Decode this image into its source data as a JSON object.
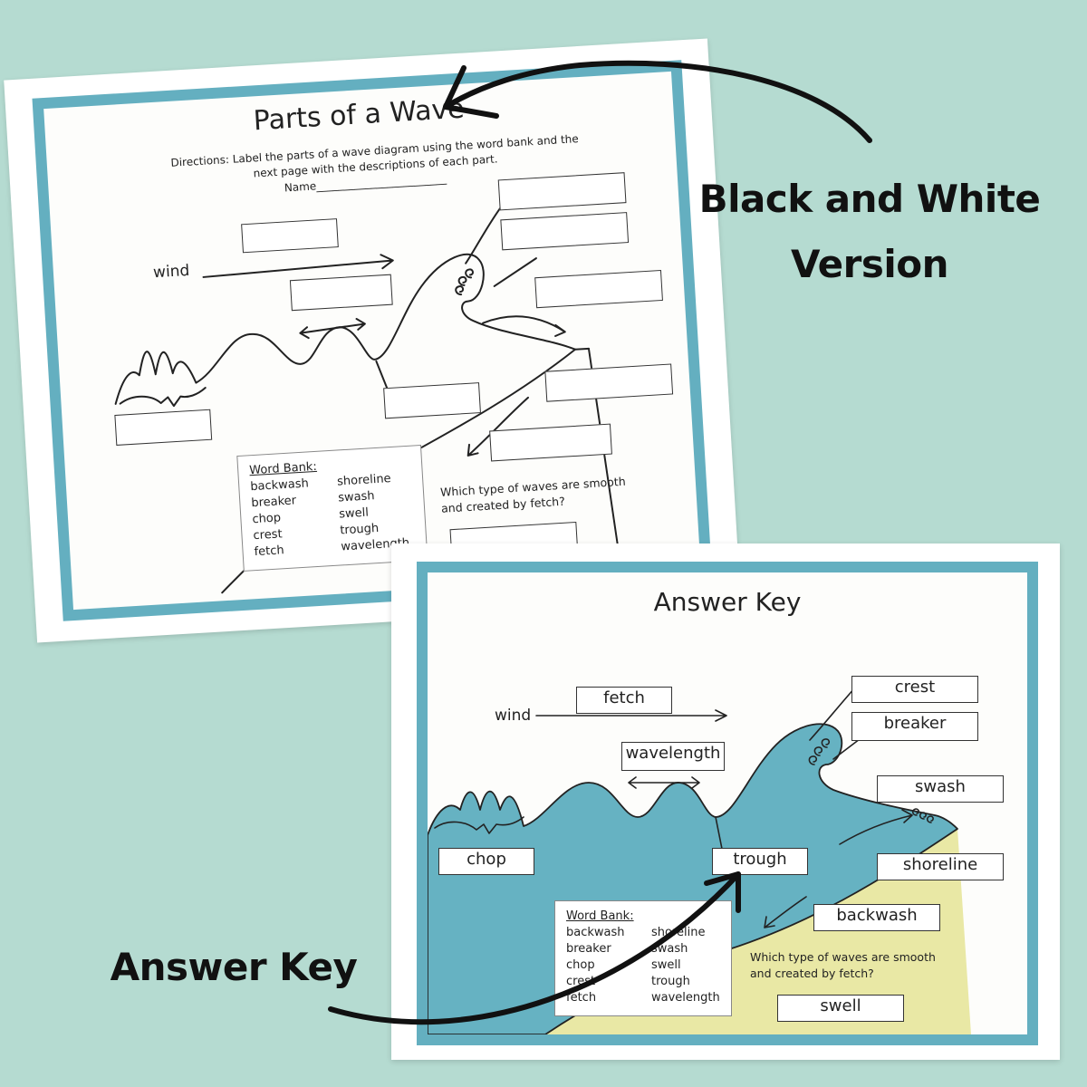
{
  "worksheet": {
    "title": "Parts of a Wave",
    "directions_line1": "Directions: Label the parts of a wave diagram using the word bank and the",
    "directions_line2": "next page with the descriptions of each part.",
    "name_label": "Name________________________",
    "wind_label": "wind",
    "word_bank": {
      "title": "Word Bank:",
      "col1": [
        "backwash",
        "breaker",
        "chop",
        "crest",
        "fetch"
      ],
      "col2": [
        "shoreline",
        "swash",
        "swell",
        "trough",
        "wavelength"
      ]
    },
    "question_line1": "Which type of waves are smooth",
    "question_line2": "and created by fetch?"
  },
  "answer_key": {
    "title": "Answer Key",
    "wind_label": "wind",
    "labels": {
      "fetch": "fetch",
      "crest": "crest",
      "breaker": "breaker",
      "wavelength": "wavelength",
      "swash": "swash",
      "chop": "chop",
      "trough": "trough",
      "shoreline": "shoreline",
      "backwash": "backwash",
      "answer": "swell"
    },
    "word_bank": {
      "title": "Word Bank:",
      "col1": [
        "backwash",
        "breaker",
        "chop",
        "crest",
        "fetch"
      ],
      "col2": [
        "shoreline",
        "swash",
        "swell",
        "trough",
        "wavelength"
      ]
    },
    "question_line1": "Which type of waves are smooth",
    "question_line2": "and created by fetch?",
    "colors": {
      "water": "#66b2c2",
      "sand": "#e9e8a5",
      "frame": "#64afc0"
    }
  },
  "callouts": {
    "bw_line1": "Black and White",
    "bw_line2": "Version",
    "answer_key": "Answer Key"
  }
}
